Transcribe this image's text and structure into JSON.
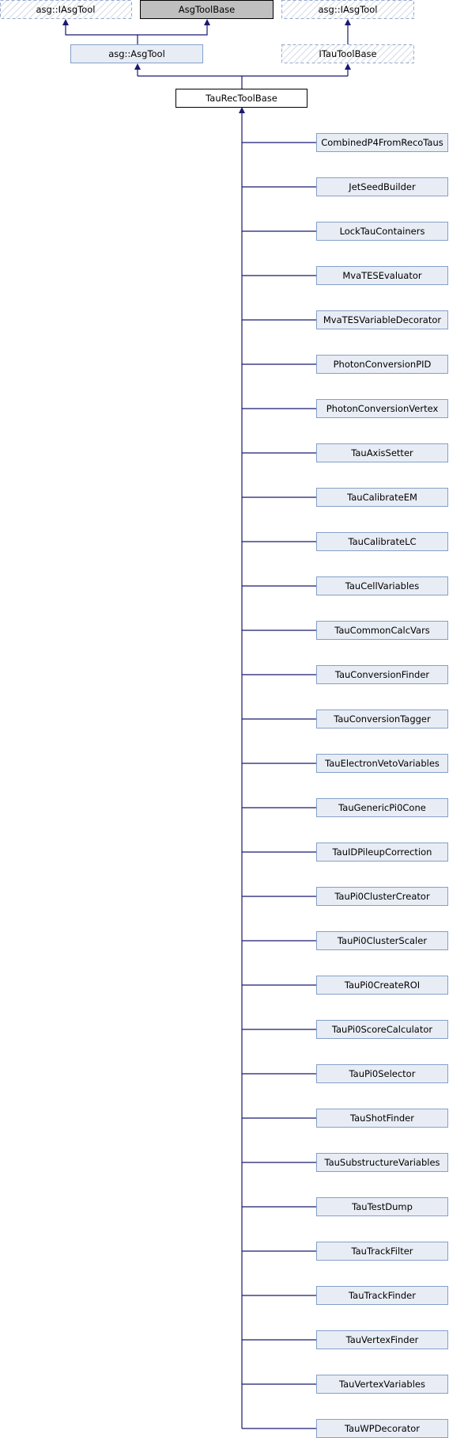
{
  "colors": {
    "edge": "#191970",
    "node_fill": "#e8edf5",
    "node_stroke": "#84a0c8",
    "interface_stroke": "#94a8cc",
    "current_fill": "#bfbfbf",
    "focus_stroke": "#000000"
  },
  "top_nodes": {
    "iasgtool_left": "asg::IAsgTool",
    "asgtoolbase": "AsgToolBase",
    "iasgtool_right": "asg::IAsgTool",
    "asgtool": "asg::AsgTool",
    "itautoolbase": "ITauToolBase",
    "taurectoolbase": "TauRecToolBase"
  },
  "subclasses": [
    "CombinedP4FromRecoTaus",
    "JetSeedBuilder",
    "LockTauContainers",
    "MvaTESEvaluator",
    "MvaTESVariableDecorator",
    "PhotonConversionPID",
    "PhotonConversionVertex",
    "TauAxisSetter",
    "TauCalibrateEM",
    "TauCalibrateLC",
    "TauCellVariables",
    "TauCommonCalcVars",
    "TauConversionFinder",
    "TauConversionTagger",
    "TauElectronVetoVariables",
    "TauGenericPi0Cone",
    "TauIDPileupCorrection",
    "TauPi0ClusterCreator",
    "TauPi0ClusterScaler",
    "TauPi0CreateROI",
    "TauPi0ScoreCalculator",
    "TauPi0Selector",
    "TauShotFinder",
    "TauSubstructureVariables",
    "TauTestDump",
    "TauTrackFilter",
    "TauTrackFinder",
    "TauVertexFinder",
    "TauVertexVariables",
    "TauWPDecorator"
  ]
}
